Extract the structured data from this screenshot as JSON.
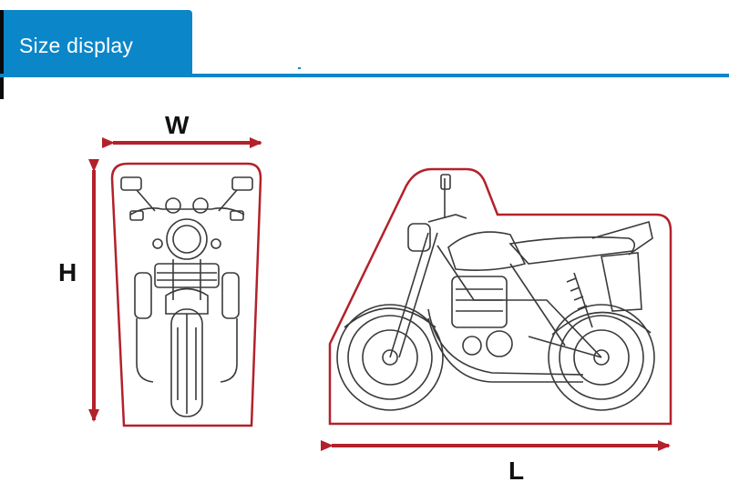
{
  "header": {
    "title": "Size display",
    "accent_color": "#0b86c9"
  },
  "dimensions": {
    "width_label": "W",
    "height_label": "H",
    "length_label": "L",
    "arrow_color": "#b3212b"
  },
  "figures": {
    "front_view": "motorcycle-front-view",
    "side_view": "motorcycle-side-view"
  }
}
